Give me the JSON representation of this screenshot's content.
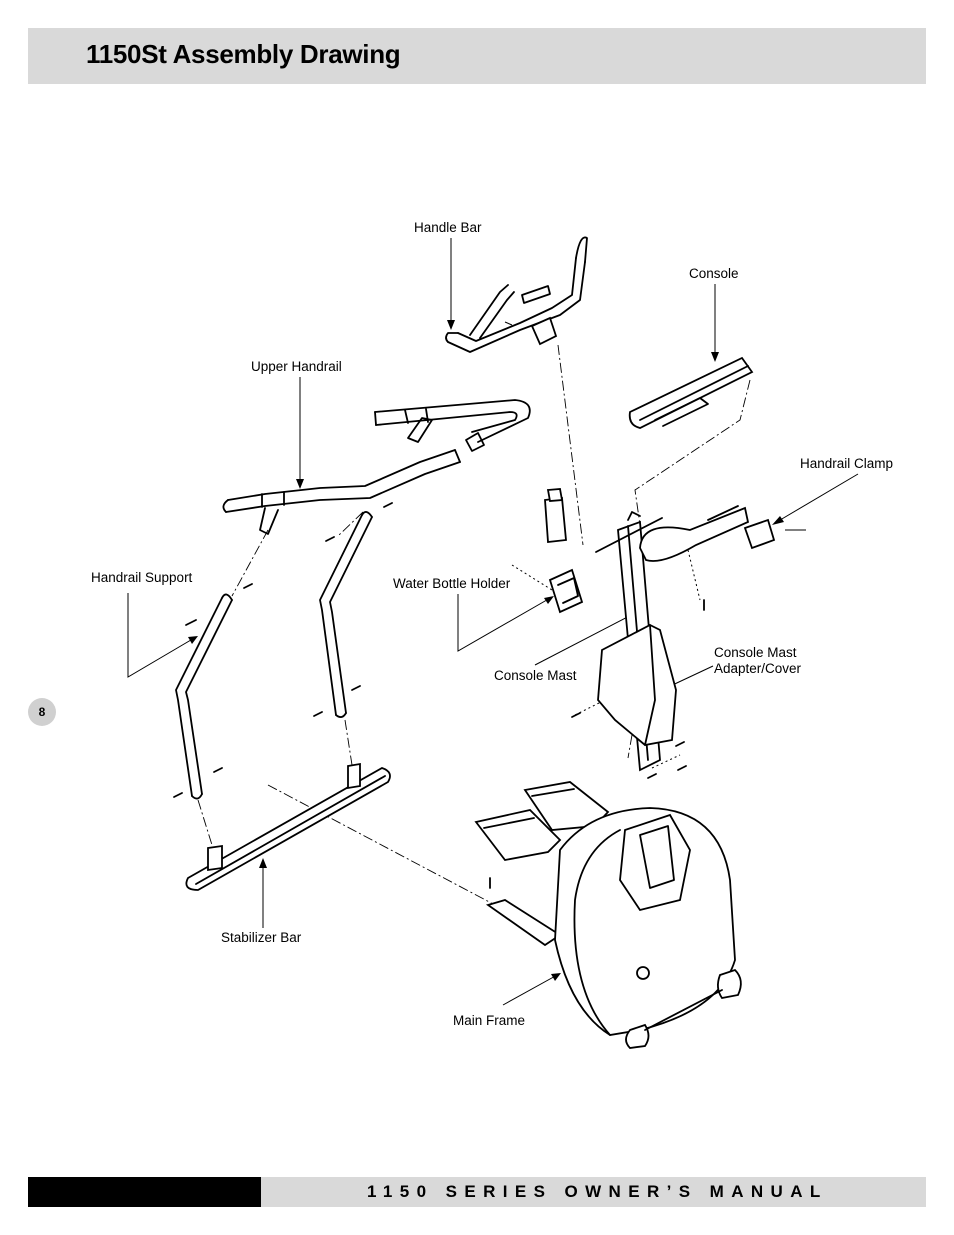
{
  "header": {
    "title": "1150St Assembly Drawing"
  },
  "page_number": "8",
  "footer": {
    "text": "1150 SERIES OWNER’S MANUAL"
  },
  "labels": {
    "handle_bar": "Handle Bar",
    "console": "Console",
    "upper_handrail": "Upper Handrail",
    "handrail_clamp": "Handrail Clamp",
    "handrail_support": "Handrail Support",
    "water_bottle_holder": "Water Bottle Holder",
    "console_mast": "Console Mast",
    "console_mast_cover_line1": "Console Mast",
    "console_mast_cover_line2": "Adapter/Cover",
    "stabilizer_bar": "Stabilizer Bar",
    "main_frame": "Main Frame"
  }
}
